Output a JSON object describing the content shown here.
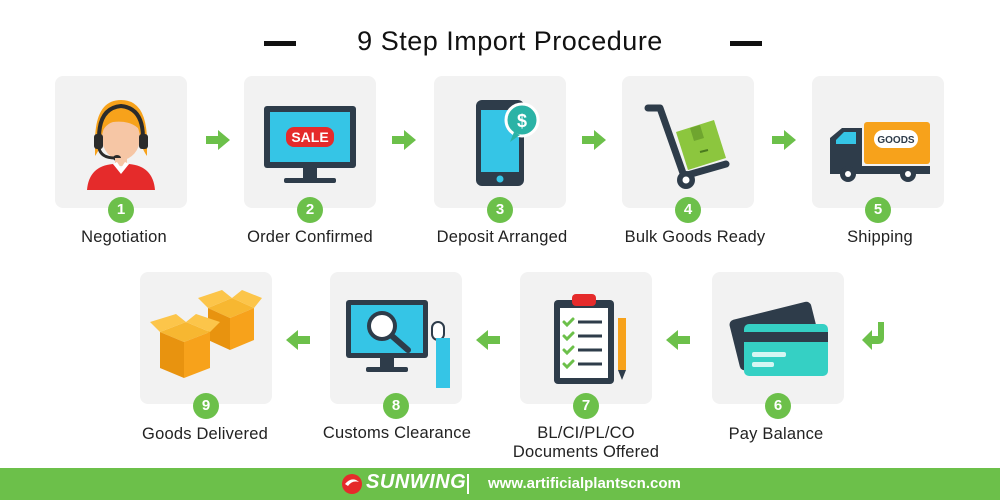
{
  "title": "9 Step Import Procedure",
  "colors": {
    "accent": "#6cc04a",
    "card": "#f2f2f2"
  },
  "steps": [
    {
      "number": "1",
      "label": "Negotiation",
      "icon": "customer-service-agent-icon"
    },
    {
      "number": "2",
      "label": "Order Confirmed",
      "icon": "sale-monitor-icon",
      "icon_text": "SALE"
    },
    {
      "number": "3",
      "label": "Deposit Arranged",
      "icon": "smartphone-payment-icon",
      "icon_text": "$"
    },
    {
      "number": "4",
      "label": "Bulk Goods Ready",
      "icon": "hand-truck-box-icon"
    },
    {
      "number": "5",
      "label": "Shipping",
      "icon": "delivery-truck-icon",
      "icon_text": "GOODS"
    },
    {
      "number": "6",
      "label": "Pay Balance",
      "icon": "credit-cards-icon"
    },
    {
      "number": "7",
      "label": "BL/CI/PL/CO\nDocuments Offered",
      "label_line1": "BL/CI/PL/CO",
      "label_line2": "Documents Offered",
      "icon": "clipboard-checklist-icon"
    },
    {
      "number": "8",
      "label": "Customs Clearance",
      "icon": "monitor-magnifier-icon"
    },
    {
      "number": "9",
      "label": "Goods Delivered",
      "icon": "cardboard-boxes-icon"
    }
  ],
  "footer": {
    "brand": "SUNWING",
    "url": "www.artificialplantscn.com"
  }
}
